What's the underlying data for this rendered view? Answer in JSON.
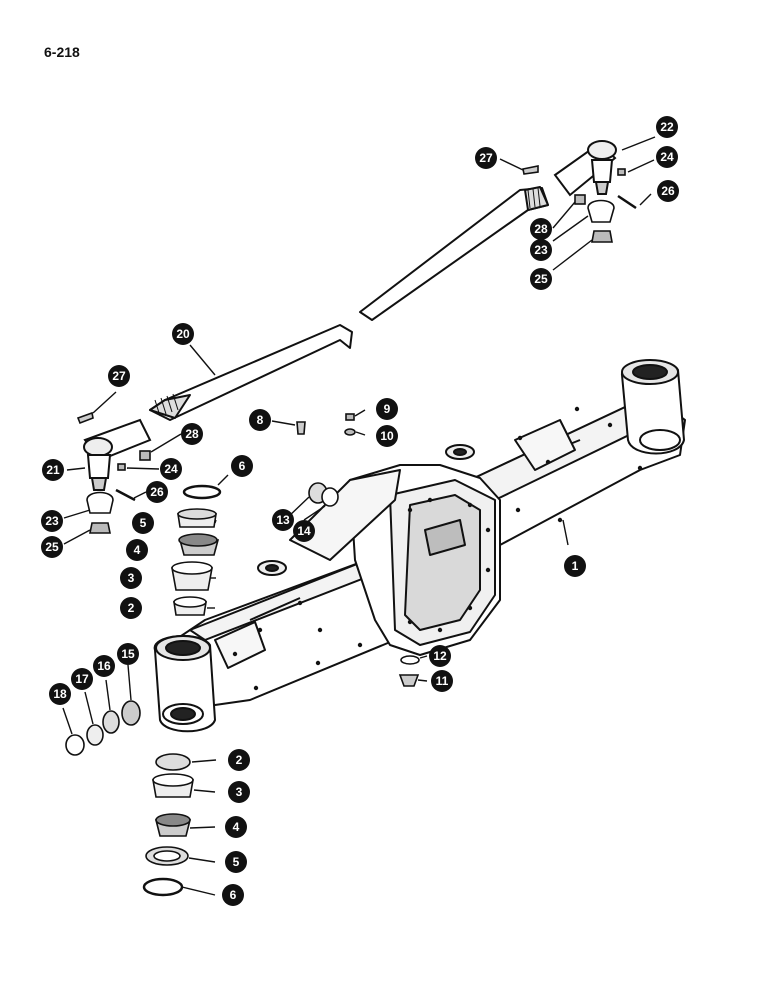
{
  "page_number": "6-218",
  "callouts": [
    {
      "key": "c1",
      "label": "1"
    },
    {
      "key": "c2a",
      "label": "2"
    },
    {
      "key": "c2b",
      "label": "2"
    },
    {
      "key": "c3a",
      "label": "3"
    },
    {
      "key": "c3b",
      "label": "3"
    },
    {
      "key": "c4a",
      "label": "4"
    },
    {
      "key": "c4b",
      "label": "4"
    },
    {
      "key": "c5a",
      "label": "5"
    },
    {
      "key": "c5b",
      "label": "5"
    },
    {
      "key": "c6a",
      "label": "6"
    },
    {
      "key": "c6b",
      "label": "6"
    },
    {
      "key": "c8",
      "label": "8"
    },
    {
      "key": "c9",
      "label": "9"
    },
    {
      "key": "c10",
      "label": "10"
    },
    {
      "key": "c11",
      "label": "11"
    },
    {
      "key": "c12",
      "label": "12"
    },
    {
      "key": "c13",
      "label": "13"
    },
    {
      "key": "c14",
      "label": "14"
    },
    {
      "key": "c15",
      "label": "15"
    },
    {
      "key": "c16",
      "label": "16"
    },
    {
      "key": "c17",
      "label": "17"
    },
    {
      "key": "c18",
      "label": "18"
    },
    {
      "key": "c20",
      "label": "20"
    },
    {
      "key": "c21",
      "label": "21"
    },
    {
      "key": "c22",
      "label": "22"
    },
    {
      "key": "c23a",
      "label": "23"
    },
    {
      "key": "c23b",
      "label": "23"
    },
    {
      "key": "c24a",
      "label": "24"
    },
    {
      "key": "c24b",
      "label": "24"
    },
    {
      "key": "c25a",
      "label": "25"
    },
    {
      "key": "c25b",
      "label": "25"
    },
    {
      "key": "c26a",
      "label": "26"
    },
    {
      "key": "c26b",
      "label": "26"
    },
    {
      "key": "c27a",
      "label": "27"
    },
    {
      "key": "c27b",
      "label": "27"
    },
    {
      "key": "c28a",
      "label": "28"
    },
    {
      "key": "c28b",
      "label": "28"
    }
  ]
}
